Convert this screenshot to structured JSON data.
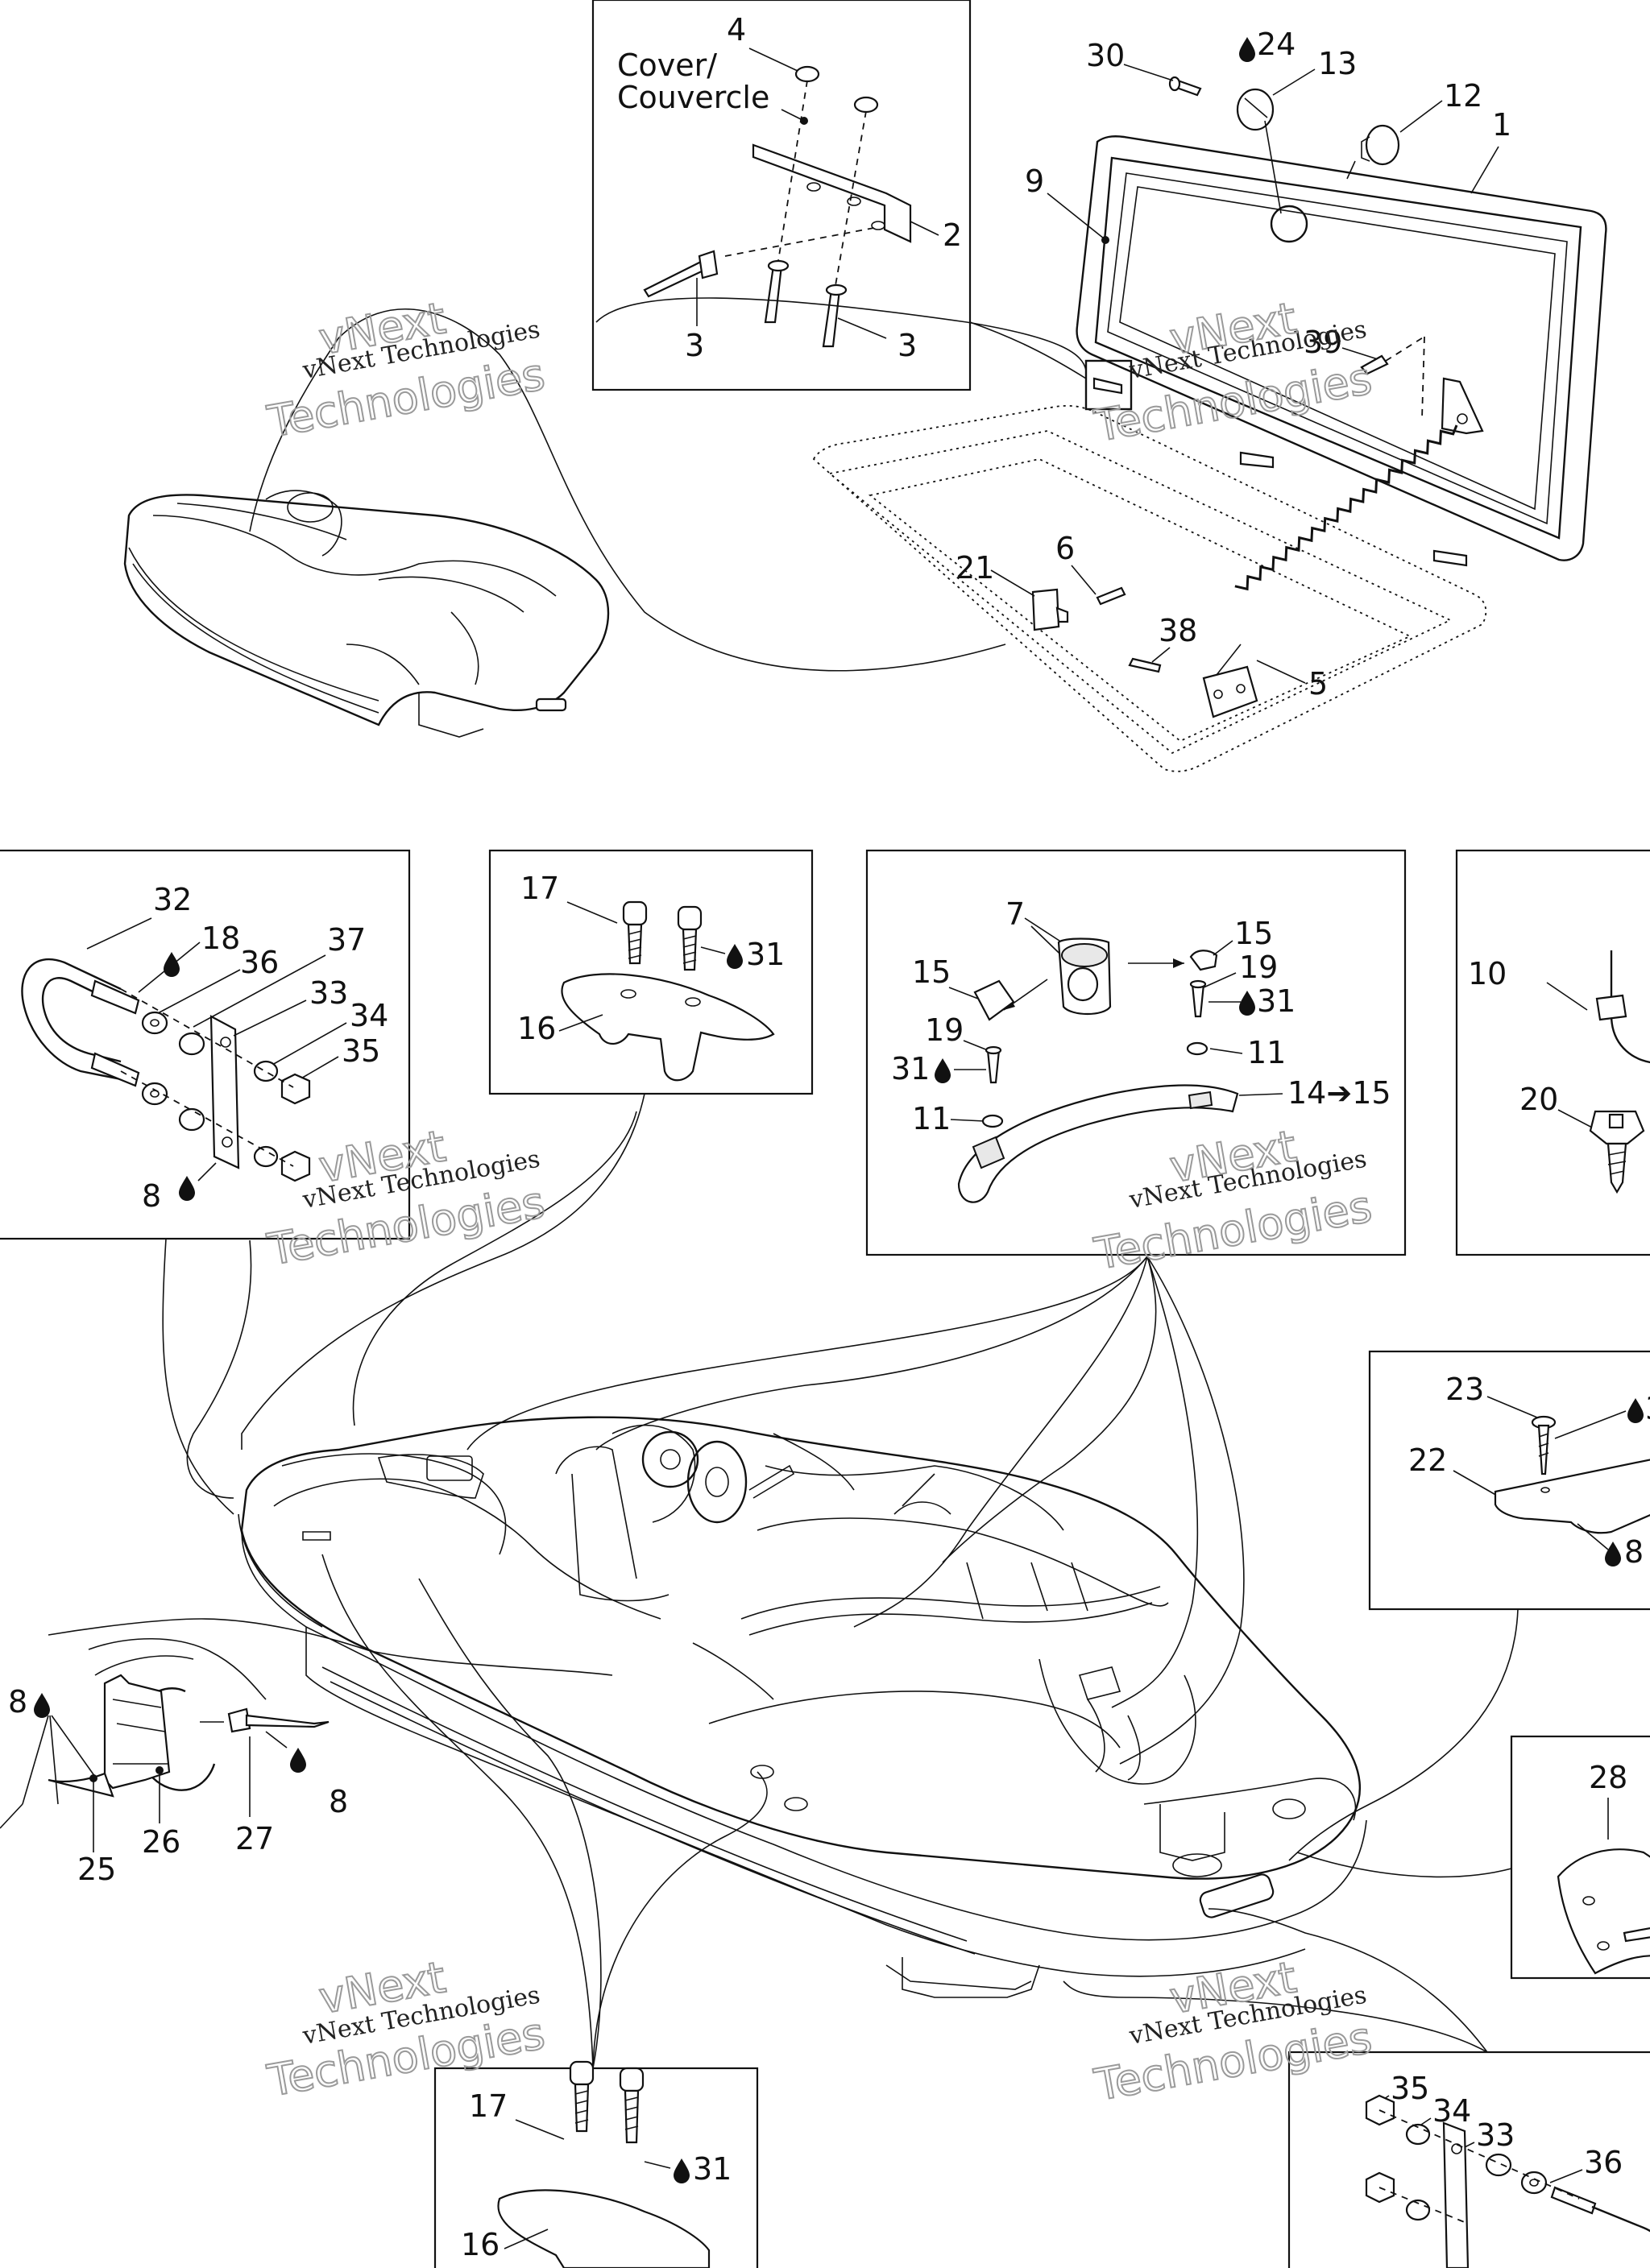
{
  "labels": {
    "cover": "Cover/",
    "couvercle": "Couvercle",
    "n1": "1",
    "n2": "2",
    "n3a": "3",
    "n3b": "3",
    "n4": "4",
    "n5": "5",
    "n6": "6",
    "n7": "7",
    "n8a": "8",
    "n8b": "8",
    "n8c": "8",
    "n8d": "8",
    "n9": "9",
    "n10": "10",
    "n11a": "11",
    "n11b": "11",
    "n12": "12",
    "n13": "13",
    "n14": "14➔15",
    "n15a": "15",
    "n15b": "15",
    "n16a": "16",
    "n16b": "16",
    "n17a": "17",
    "n17b": "17",
    "n18": "18",
    "n19a": "19",
    "n19b": "19",
    "n20": "20",
    "n21": "21",
    "n22": "22",
    "n23": "23",
    "n24": "24",
    "n25": "25",
    "n26": "26",
    "n27": "27",
    "n28": "28",
    "n30": "30",
    "n31a": "31",
    "n31b": "31",
    "n31c": "31",
    "n31d": "31",
    "n31e": "3",
    "n32": "32",
    "n33a": "33",
    "n33b": "33",
    "n34a": "34",
    "n34b": "34",
    "n35a": "35",
    "n35b": "35",
    "n36a": "36",
    "n36b": "36",
    "n37": "37",
    "n38": "38",
    "n39": "39"
  },
  "watermark": {
    "line1": "vNext Technologies",
    "line2": "vNext",
    "line3": "Technologies"
  }
}
